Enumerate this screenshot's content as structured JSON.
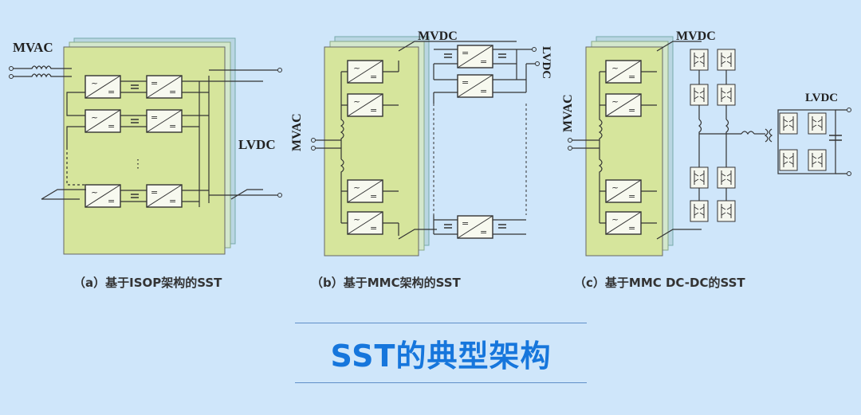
{
  "panels": {
    "a": {
      "caption": "（a）基于ISOP架构的SST",
      "mvac": "MVAC",
      "lvdc": "LVDC"
    },
    "b": {
      "caption": "（b）基于MMC架构的SST",
      "mvac": "MVAC",
      "mvdc": "MVDC",
      "lvdc": "LVDC"
    },
    "c": {
      "caption": "（c）基于MMC DC-DC的SST",
      "mvac": "MVAC",
      "mvdc": "MVDC",
      "lvdc": "LVDC"
    }
  },
  "footer": {
    "title": "SST的典型架构"
  },
  "colors": {
    "background": "#cfe6fa",
    "module_fill": "#d6e59c",
    "title": "#1676dc",
    "line": "#333333"
  }
}
